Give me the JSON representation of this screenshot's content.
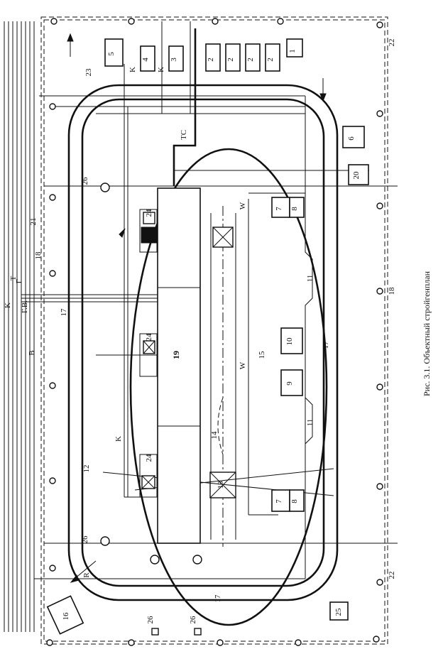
{
  "caption": "Рис. 3.1. Объектный стройгенплан",
  "building_label": "19",
  "zone_labels": {
    "z1": "1",
    "z2a": "2",
    "z2b": "2",
    "z2c": "2",
    "z2d": "2",
    "z3": "3",
    "z4": "4",
    "z5": "5",
    "z6": "6",
    "z7a": "7",
    "z8a": "8",
    "z7b": "7",
    "z8b": "8",
    "z9": "9",
    "z10": "10",
    "z11a": "11",
    "z11b": "11",
    "z12": "12",
    "z13": "13",
    "z14": "14",
    "z15": "15",
    "z16": "16",
    "z17a": "17",
    "z17b": "17",
    "z17c": "17",
    "z18a": "18",
    "z18b": "18",
    "z20": "20",
    "z21": "21",
    "z22a": "22",
    "z22b": "22",
    "z23": "23",
    "z24a": "24",
    "z24b": "24",
    "z24c": "24",
    "z25": "25",
    "z26a": "26",
    "z26b": "26",
    "z26c": "26",
    "z26d": "26"
  },
  "utility_labels": {
    "k1": "K",
    "k2": "K",
    "k3": "K",
    "k4": "K",
    "t": "T",
    "g": "Г",
    "gv": "Г.В.",
    "v": "B",
    "tc": "TC",
    "w1": "W",
    "w2": "W",
    "r": "R"
  },
  "colors": {
    "ink": "#111111",
    "paper": "#ffffff"
  }
}
